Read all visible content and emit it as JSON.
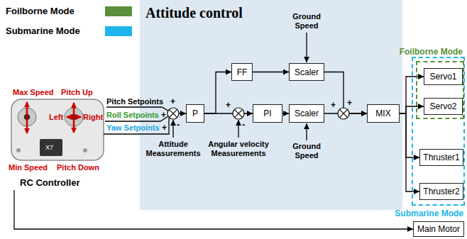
{
  "diagram": {
    "nodes": [
      {
        "text": [
          "Attitude control"
        ]
      },
      {
        "text": [
          "RC Controller"
        ]
      },
      {
        "text": [
          "P"
        ],
        "in": 0
      },
      {
        "text": [
          "FF"
        ],
        "in": 0
      },
      {
        "text": [
          "PI"
        ],
        "in": 0
      },
      {
        "text": [
          "Scaler"
        ],
        "in": 0
      },
      {
        "text": [
          "Scaler"
        ],
        "in": 0
      },
      {
        "text": [
          "MIX"
        ],
        "in": 0
      },
      {
        "text": [
          "Submarine Mode"
        ]
      },
      {
        "text": [
          "Foilborne Mode"
        ],
        "in": 8
      },
      {
        "text": [
          "Servo1"
        ],
        "in": 9
      },
      {
        "text": [
          "Servo2"
        ],
        "in": 9
      },
      {
        "text": [
          "Thruster1"
        ],
        "in": 8
      },
      {
        "text": [
          "Thruster2"
        ],
        "in": 8
      },
      {
        "text": [
          "Main Motor"
        ]
      }
    ],
    "edges": [
      {
        "from": 1,
        "to": 2,
        "arrow": "to"
      },
      {
        "from": 2,
        "to": 3,
        "arrow": "to"
      },
      {
        "from": 2,
        "to": 4,
        "arrow": "to"
      },
      {
        "from": 3,
        "to": 5,
        "arrow": "to"
      },
      {
        "from": 4,
        "to": 6,
        "arrow": "to"
      },
      {
        "from": 5,
        "to": 7,
        "arrow": "to"
      },
      {
        "from": 6,
        "to": 7,
        "arrow": "to"
      },
      {
        "from": 7,
        "to": 10,
        "arrow": "to"
      },
      {
        "from": 7,
        "to": 11,
        "arrow": "to"
      },
      {
        "from": 7,
        "to": 12,
        "arrow": "to"
      },
      {
        "from": 7,
        "to": 13,
        "arrow": "to"
      },
      {
        "from": 1,
        "to": 14,
        "arrow": "to"
      }
    ],
    "labels": [
      "Pitch Setpoints",
      "Roll Setpoints",
      "Yaw Setpoints",
      "Max Speed",
      "Pitch Up",
      "Left",
      "Right",
      "Min Speed",
      "Pitch Down",
      "X7",
      "Ground Speed",
      "Ground Speed",
      "Attitude Measurements",
      "Angular velocity Measurements",
      "+",
      "+",
      "+",
      "-",
      "+",
      "-",
      "+",
      "+"
    ],
    "legend": [
      {
        "text": "Foilborne Mode",
        "color": "#5b8f3a"
      },
      {
        "text": "Submarine Mode",
        "color": "#1fb5ec"
      }
    ]
  }
}
